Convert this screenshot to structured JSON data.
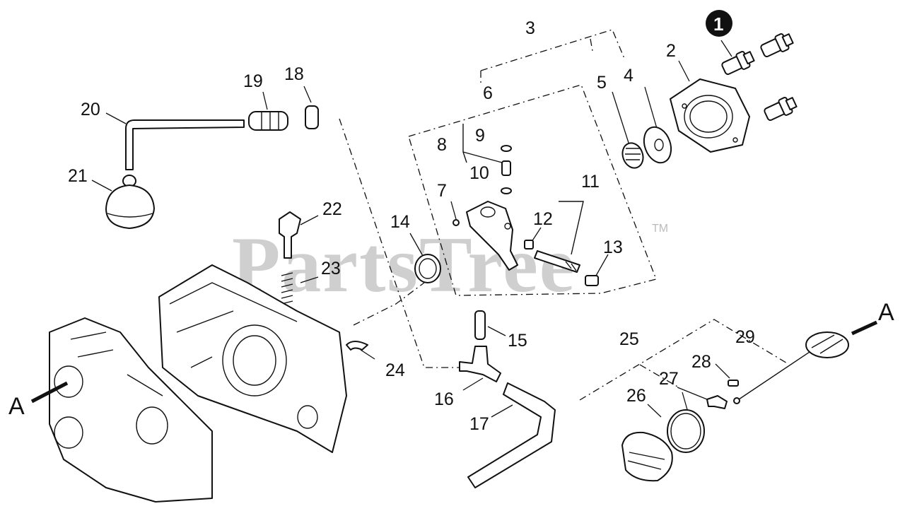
{
  "watermark": {
    "text": "PartsTree",
    "trademark": "TM"
  },
  "callouts": {
    "c1": "1",
    "c2": "2",
    "c3": "3",
    "c4": "4",
    "c5": "5",
    "c6": "6",
    "c7": "7",
    "c8": "8",
    "c9": "9",
    "c10": "10",
    "c11": "11",
    "c12": "12",
    "c13": "13",
    "c14": "14",
    "c15": "15",
    "c16": "16",
    "c17": "17",
    "c18": "18",
    "c19": "19",
    "c20": "20",
    "c21": "21",
    "c22": "22",
    "c23": "23",
    "c24": "24",
    "c25": "25",
    "c26": "26",
    "c27": "27",
    "c28": "28",
    "c29": "29"
  },
  "reference_markers": {
    "left": "A",
    "right": "A"
  }
}
